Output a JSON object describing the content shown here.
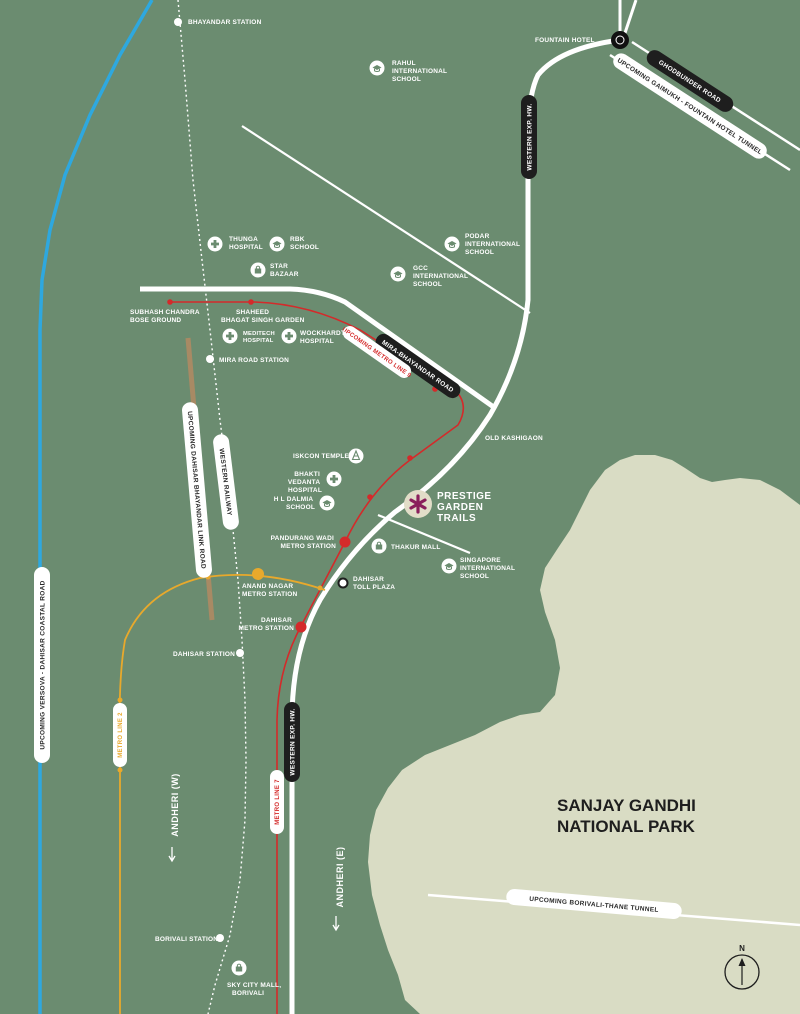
{
  "park": {
    "line1": "SANJAY GANDHI",
    "line2": "NATIONAL PARK"
  },
  "project": {
    "line1": "PRESTIGE",
    "line2": "GARDEN",
    "line3": "TRAILS",
    "color": "#8a1f5c"
  },
  "compass_label": "N",
  "roads": {
    "coastal": "UPCOMING VERSOVA - DAHISAR COASTAL ROAD",
    "link_road": "UPCOMING DAHISAR BHAYANDAR LINK ROAD",
    "western_railway": "WESTERN RAILWAY",
    "metro_line_2": "METRO LINE 2",
    "metro_line_7": "METRO LINE 7",
    "metro_line_9": "UPCOMING METRO LINE 9",
    "wex_north": "WESTERN EXP. HW.",
    "wex_south": "WESTERN EXP. HW.",
    "mira_bhayandar": "MIRA-BHAYANDAR ROAD",
    "ghodbunder": "GHODBUNDER ROAD",
    "gaimukh_tunnel": "UPCOMING GAIMUKH - FOUNTAIN HOTEL TUNNEL",
    "borivali_thane_tunnel": "UPCOMING BORIVALI-THANE TUNNEL",
    "andheri_w": "ANDHERI (W)",
    "andheri_e": "ANDHERI (E)"
  },
  "places": {
    "bhayandar_station": "BHAYANDAR STATION",
    "fountain_hotel": "FOUNTAIN HOTEL",
    "rahul_school": [
      "RAHUL",
      "INTERNATIONAL",
      "SCHOOL"
    ],
    "podar_school": [
      "PODAR",
      "INTERNATIONAL",
      "SCHOOL"
    ],
    "gcc_school": [
      "GCC",
      "INTERNATIONAL",
      "SCHOOL"
    ],
    "thunga_hospital": [
      "THUNGA",
      "HOSPITAL"
    ],
    "rbk_school": [
      "RBK",
      "SCHOOL"
    ],
    "star_bazaar": [
      "STAR",
      "BAZAAR"
    ],
    "subhash_ground": [
      "SUBHASH CHANDRA",
      "BOSE GROUND"
    ],
    "bhagat_garden": [
      "SHAHEED",
      "BHAGAT SINGH GARDEN"
    ],
    "meditech_hospital": [
      "MEDITECH",
      "HOSPITAL"
    ],
    "wockhardt_hospital": [
      "WOCKHARDT",
      "HOSPITAL"
    ],
    "mira_road_station": "MIRA ROAD STATION",
    "old_kashigaon": "OLD KASHIGAON",
    "iskcon_temple": "ISKCON TEMPLE",
    "bhakti_vedanta": [
      "BHAKTI",
      "VEDANTA",
      "HOSPITAL"
    ],
    "hl_dalmia": [
      "H L DALMIA",
      "SCHOOL"
    ],
    "pandurang_wadi": [
      "PANDURANG WADI",
      "METRO STATION"
    ],
    "thakur_mall": "THAKUR MALL",
    "singapore_school": [
      "SINGAPORE",
      "INTERNATIONAL",
      "SCHOOL"
    ],
    "dahisar_toll": [
      "DAHISAR",
      "TOLL PLAZA"
    ],
    "anand_nagar": [
      "ANAND NAGAR",
      "METRO STATION"
    ],
    "dahisar_metro": [
      "DAHISAR",
      "METRO STATION"
    ],
    "dahisar_station": "DAHISAR STATION",
    "borivali_station": "BORIVALI STATION",
    "sky_city_mall": [
      "SKY CITY MALL,",
      "BORIVALI"
    ]
  },
  "colors": {
    "background": "#6b8c70",
    "park": "#d9dcc4",
    "coastal": "#2ea8df",
    "metro_red": "#d42a2a",
    "metro_orange": "#e8a92c",
    "link_road": "#a88a64",
    "road": "#ffffff",
    "pill": "#1e1e1e"
  }
}
